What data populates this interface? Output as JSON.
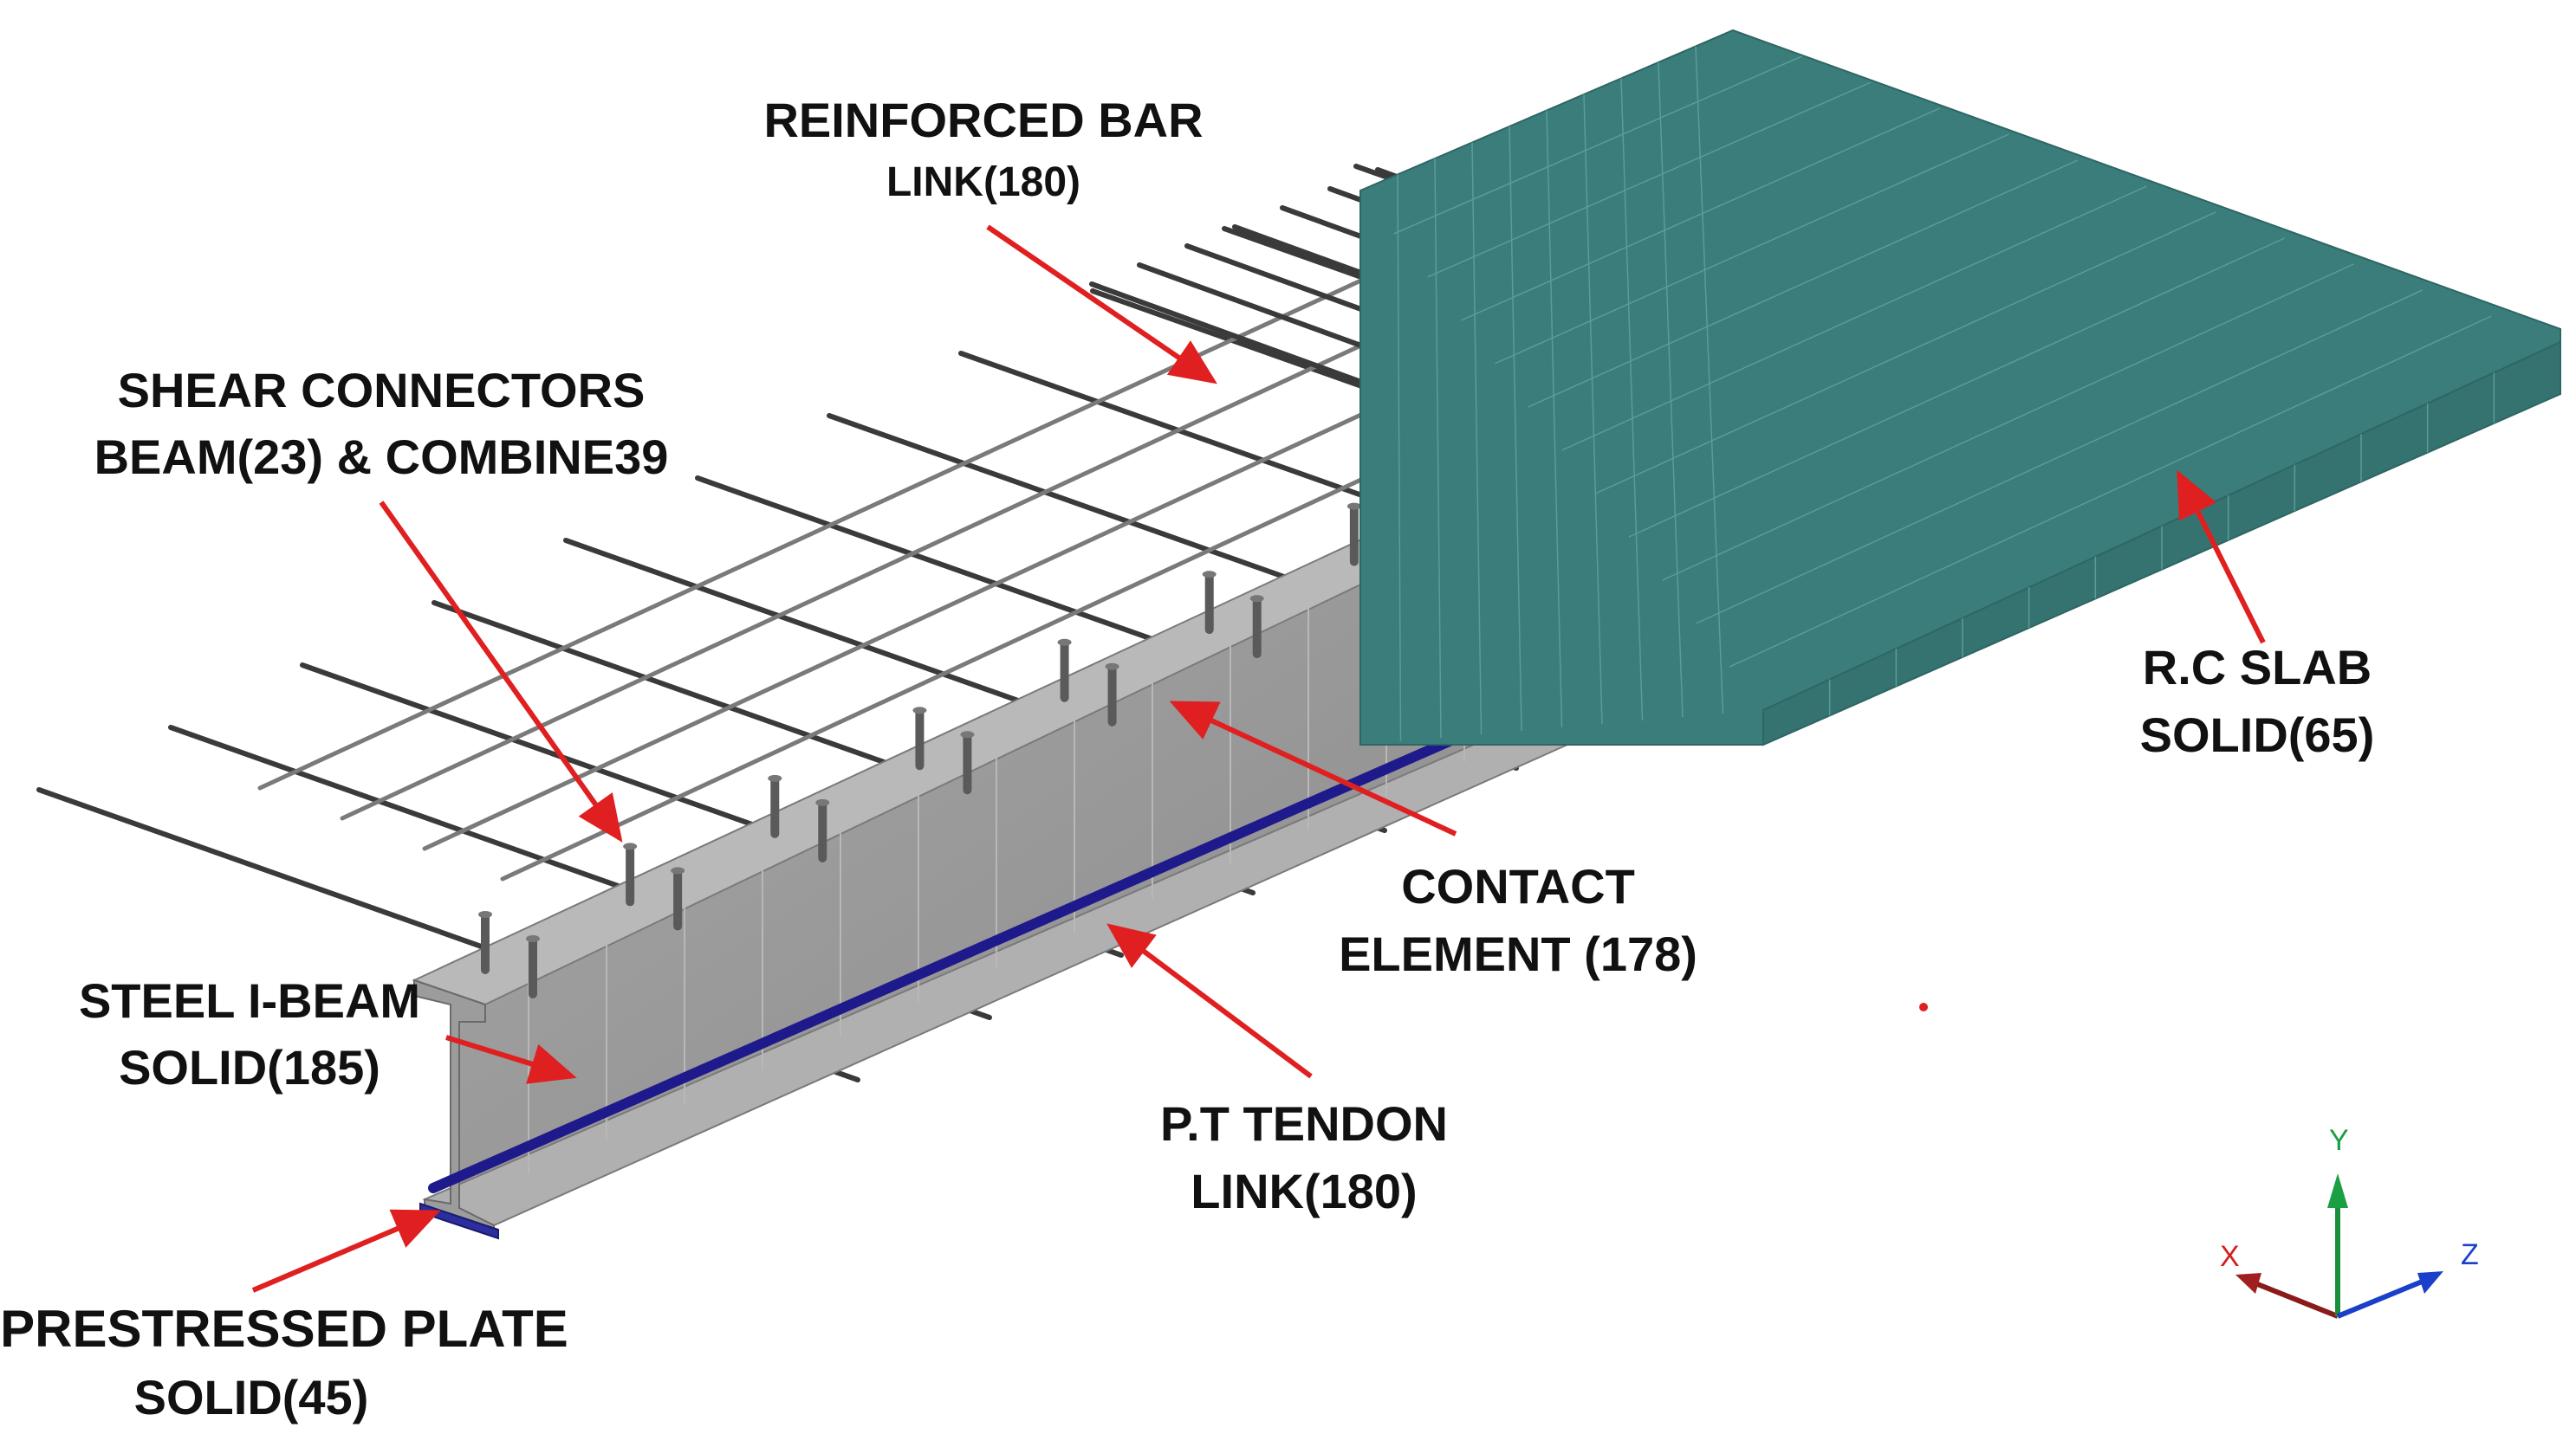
{
  "labels": {
    "reinforced_bar": {
      "title": "REINFORCED BAR",
      "element": "LINK(180)"
    },
    "shear_connectors": {
      "title": "SHEAR CONNECTORS",
      "element": "BEAM(23) & COMBINE39"
    },
    "rc_slab": {
      "title": "R.C SLAB",
      "element": "SOLID(65)"
    },
    "contact_element": {
      "title": "CONTACT",
      "element": "ELEMENT (178)"
    },
    "steel_i_beam": {
      "title": "STEEL I-BEAM",
      "element": "SOLID(185)"
    },
    "pt_tendon": {
      "title": "P.T TENDON",
      "element": "LINK(180)"
    },
    "prestressed_plate": {
      "title": "PRESTRESSED PLATE",
      "element": "SOLID(45)"
    }
  },
  "axes": {
    "x": "X",
    "y": "Y",
    "z": "Z"
  },
  "colors": {
    "slab": "#3a7d7a",
    "slab_grid": "#5fa29e",
    "beam_web": "#9a9a9a",
    "beam_flange": "#b4b4b4",
    "rebar": "#3a3a3a",
    "tendon": "#1f1a8c",
    "arrow": "#e02020",
    "axis_x": "#8b1a1a",
    "axis_y": "#1a8f3a",
    "axis_z": "#1a3fc8"
  }
}
